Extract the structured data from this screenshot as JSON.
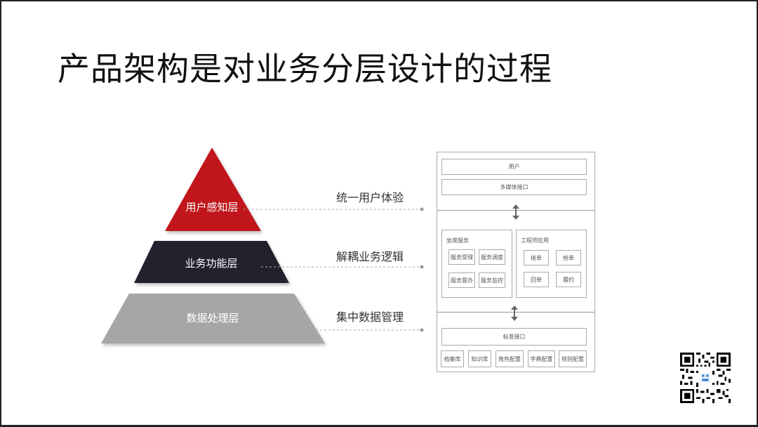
{
  "slide": {
    "title": "产品架构是对业务分层设计的过程"
  },
  "pyramid": {
    "layers": [
      {
        "label": "用户感知层",
        "color": "#c0161f",
        "description": "统一用户体验"
      },
      {
        "label": "业务功能层",
        "color": "#23212f",
        "description": "解耦业务逻辑"
      },
      {
        "label": "数据处理层",
        "color": "#a6a6a6",
        "description": "集中数据管理"
      }
    ],
    "connector_color": "#aaaaaa"
  },
  "architecture": {
    "top": {
      "user": "用户",
      "multimedia_interface": "多媒体接口"
    },
    "middle": {
      "agent_services": {
        "title": "坐席服务",
        "items": [
          "服务受理",
          "服务调度",
          "服务督办",
          "服务监控"
        ]
      },
      "engineer_app": {
        "title": "工程师应用",
        "items": [
          "接单",
          "抢单",
          "回单",
          "履约"
        ]
      }
    },
    "bottom": {
      "standard_interface": "标准接口",
      "items": [
        "档案库",
        "知识库",
        "角色配置",
        "字典配置",
        "规则配置"
      ]
    }
  },
  "qr_code": {
    "icon": "qr-code-icon"
  }
}
